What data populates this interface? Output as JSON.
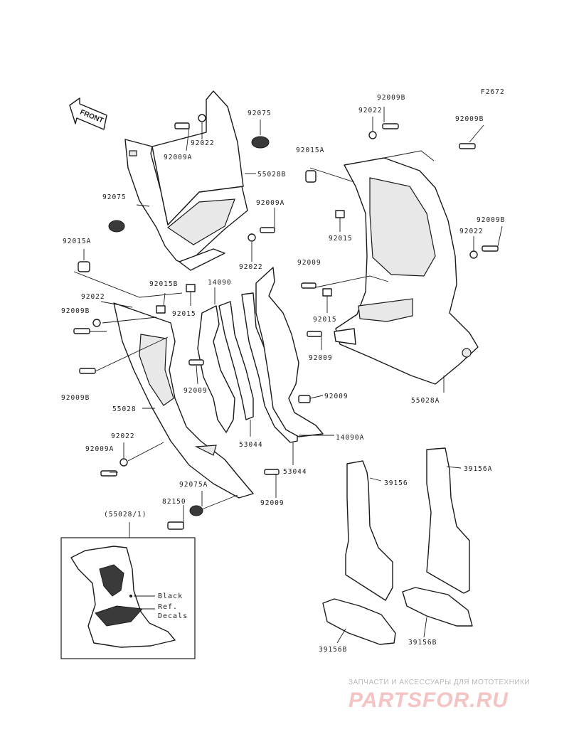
{
  "diagram": {
    "code": "F2672",
    "front_label": "FRONT",
    "inset_title": "(55028/1)",
    "inset_notes": {
      "black": "Black",
      "ref": "Ref.",
      "decals": "Decals"
    },
    "labels": {
      "p92009B_a": "92009B",
      "p92022_a": "92022",
      "p92009B_b": "92009B",
      "p92075_top": "92075",
      "p92022_top": "92022",
      "p92009A_top": "92009A",
      "p55028B": "55028B",
      "p92015A_top": "92015A",
      "p92075_left": "92075",
      "p92009A_mid": "92009A",
      "p92015_right": "92015",
      "p92009B_right": "92009B",
      "p92022_right": "92022",
      "p92022_mid": "92022",
      "p92015A_left": "92015A",
      "p14090": "14090",
      "p92015B": "92015B",
      "p92009_mid": "92009",
      "p92022_left": "92022",
      "p92015_mid": "92015",
      "p92009B_left": "92009B",
      "p92015_r2": "92015",
      "p92009_r2": "92009",
      "p92009B_low": "92009B",
      "p92009_left": "92009",
      "p92009_center": "92009",
      "p55028A": "55028A",
      "p55028": "55028",
      "p53044_a": "53044",
      "p14090A": "14090A",
      "p92022_low": "92022",
      "p92009A_low": "92009A",
      "p53044_b": "53044",
      "p39156": "39156",
      "p39156A": "39156A",
      "p92009_low": "92009",
      "p92075A": "92075A",
      "p82150": "82150",
      "p39156B_a": "39156B",
      "p39156B_b": "39156B"
    }
  },
  "watermark": {
    "top_text": "ЗАПЧАСТИ И АКСЕССУАРЫ ДЛЯ МОТОТЕХНИКИ",
    "logo_text": "PARTSFOR.RU"
  }
}
